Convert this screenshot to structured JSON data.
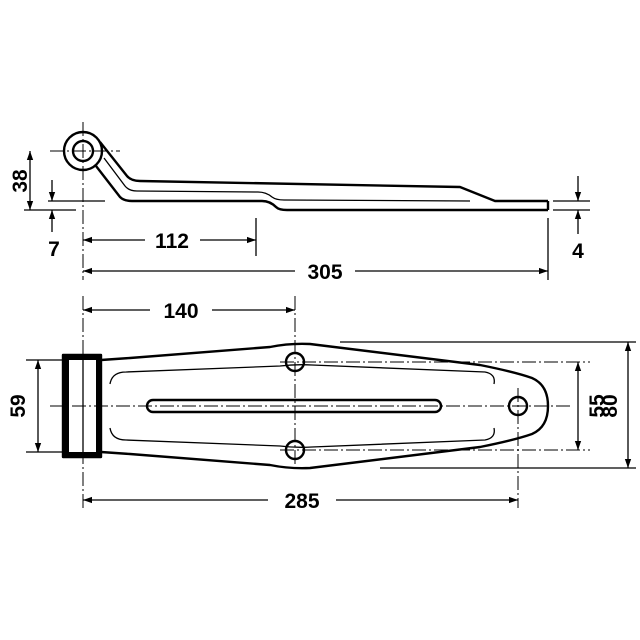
{
  "dimensions": {
    "side_height": "38",
    "side_offset": "7",
    "side_length_to_bend": "112",
    "side_total_length": "305",
    "side_thickness": "4",
    "top_first_hole": "140",
    "top_knuckle_width": "59",
    "top_hole_spacing": "55",
    "top_total_width": "80",
    "top_hole_length": "285"
  },
  "colors": {
    "line": "#000000",
    "background": "#ffffff"
  }
}
